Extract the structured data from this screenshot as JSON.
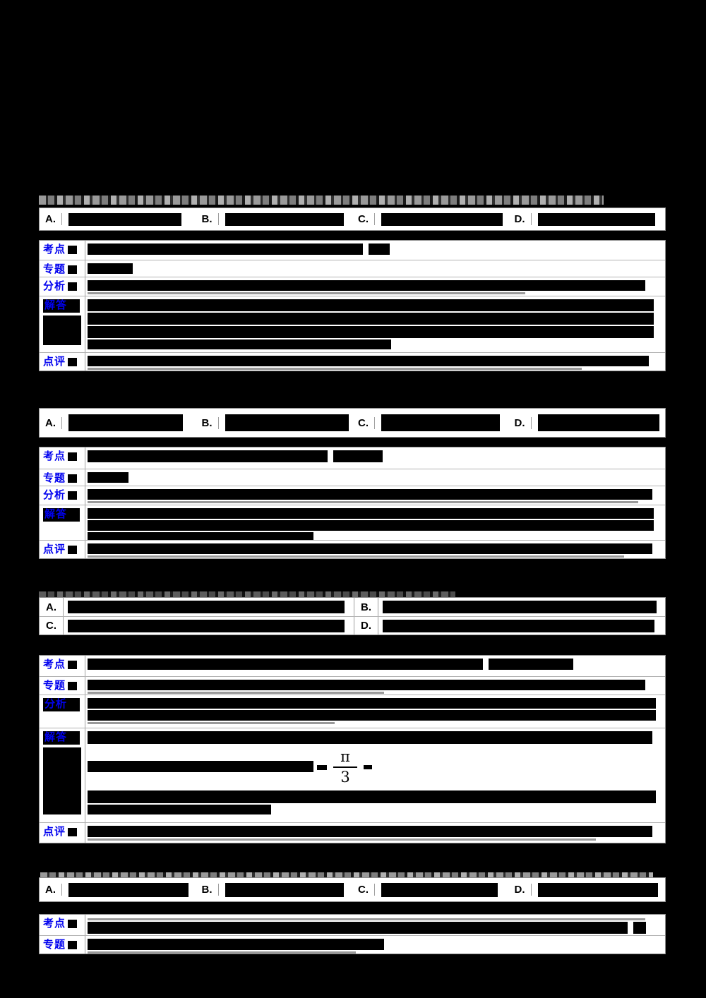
{
  "document": {
    "labels": {
      "kaodian": "考点",
      "zhuanti": "专题",
      "fenxi": "分析",
      "jieda": "解答",
      "dianping": "点评"
    },
    "options": {
      "letters": [
        "A.",
        "B.",
        "C.",
        "D."
      ]
    },
    "math": {
      "fraction": {
        "numerator": "π",
        "denominator": "3"
      }
    },
    "colors": {
      "page_bg": "#000000",
      "box_bg": "#ffffff",
      "label_blue": "#0202ef",
      "text_black": "#000000",
      "ghost_gray": "#8f8f8f"
    }
  }
}
